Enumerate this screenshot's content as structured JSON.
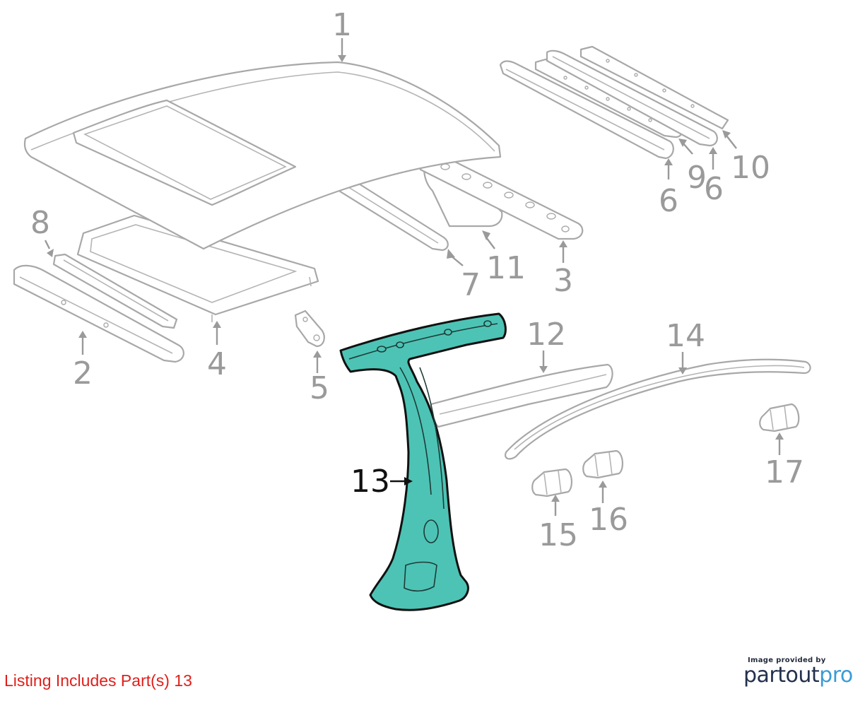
{
  "diagram": {
    "callouts": [
      {
        "id": "1",
        "label": "1"
      },
      {
        "id": "2",
        "label": "2"
      },
      {
        "id": "3",
        "label": "3"
      },
      {
        "id": "4",
        "label": "4"
      },
      {
        "id": "5",
        "label": "5"
      },
      {
        "id": "6a",
        "label": "6"
      },
      {
        "id": "6b",
        "label": "6"
      },
      {
        "id": "7",
        "label": "7"
      },
      {
        "id": "8",
        "label": "8"
      },
      {
        "id": "9",
        "label": "9"
      },
      {
        "id": "10",
        "label": "10"
      },
      {
        "id": "11",
        "label": "11"
      },
      {
        "id": "12",
        "label": "12"
      },
      {
        "id": "13",
        "label": "13"
      },
      {
        "id": "14",
        "label": "14"
      },
      {
        "id": "15",
        "label": "15"
      },
      {
        "id": "16",
        "label": "16"
      },
      {
        "id": "17",
        "label": "17"
      }
    ],
    "highlighted_part": "13",
    "highlight_color": "#4dc3b5",
    "callout_color": "#9a9a9a"
  },
  "footer": {
    "listing_text": "Listing Includes Part(s) 13",
    "listing_color": "#e0201c",
    "credit_text": "Image provided by",
    "brand_main": "partout",
    "brand_accent": "pro",
    "brand_color": "#24304d",
    "brand_accent_color": "#3b9bd6"
  }
}
